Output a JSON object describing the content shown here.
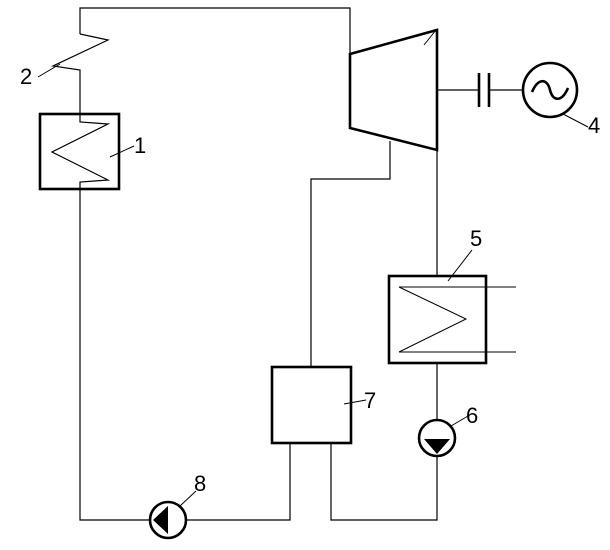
{
  "labels": {
    "boiler": "1",
    "superheater": "2",
    "generator": "4",
    "condenser": "5",
    "pump_condensate": "6",
    "deaerator": "7",
    "pump_feed": "8"
  },
  "colors": {
    "line": "#000000",
    "background": "#ffffff"
  }
}
